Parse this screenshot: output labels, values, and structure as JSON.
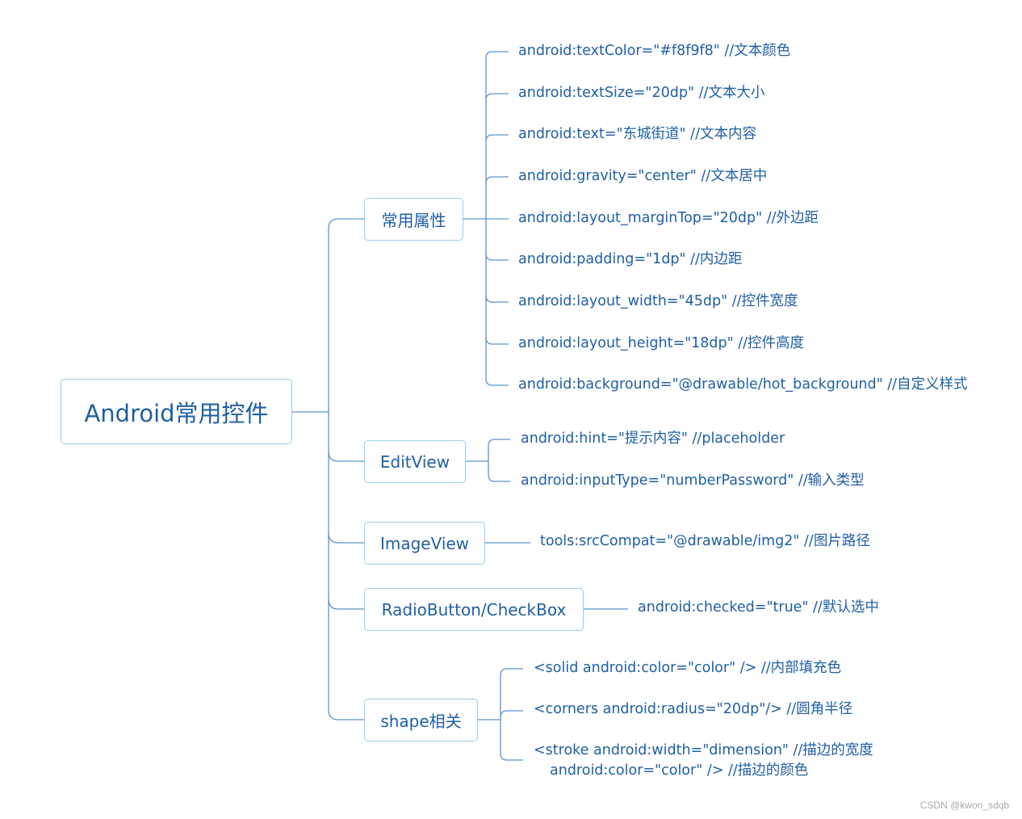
{
  "colors": {
    "line": "#5b95cf",
    "text": "#1f5fa3",
    "node_border": "#9ccbe6"
  },
  "mindmap": {
    "root": "Android常用控件",
    "branches": [
      {
        "label": "常用属性",
        "leaves": [
          "android:textColor=\"#f8f9f8\" //文本颜色",
          "android:textSize=\"20dp\" //文本大小",
          "android:text=\"东城街道\" //文本内容",
          "android:gravity=\"center\" //文本居中",
          "android:layout_marginTop=\"20dp\" //外边距",
          "android:padding=\"1dp\" //内边距",
          "android:layout_width=\"45dp\" //控件宽度",
          "android:layout_height=\"18dp\" //控件高度",
          "android:background=\"@drawable/hot_background\" //自定义样式"
        ]
      },
      {
        "label": "EditView",
        "leaves": [
          "android:hint=\"提示内容\" //placeholder",
          "android:inputType=\"numberPassword\" //输入类型"
        ]
      },
      {
        "label": "ImageView",
        "leaves": [
          "tools:srcCompat=\"@drawable/img2\" //图片路径"
        ]
      },
      {
        "label": "RadioButton/CheckBox",
        "leaves": [
          "android:checked=\"true\" //默认选中"
        ]
      },
      {
        "label": "shape相关",
        "leaves": [
          "<solid  android:color=\"color\" /> //内部填充色",
          "<corners android:radius=\"20dp\"/> //圆角半径",
          "<stroke android:width=\"dimension\"   //描边的宽度",
          "android:color=\"color\" />  //描边的颜色"
        ]
      }
    ]
  },
  "watermark": "CSDN @kwon_sdqb"
}
